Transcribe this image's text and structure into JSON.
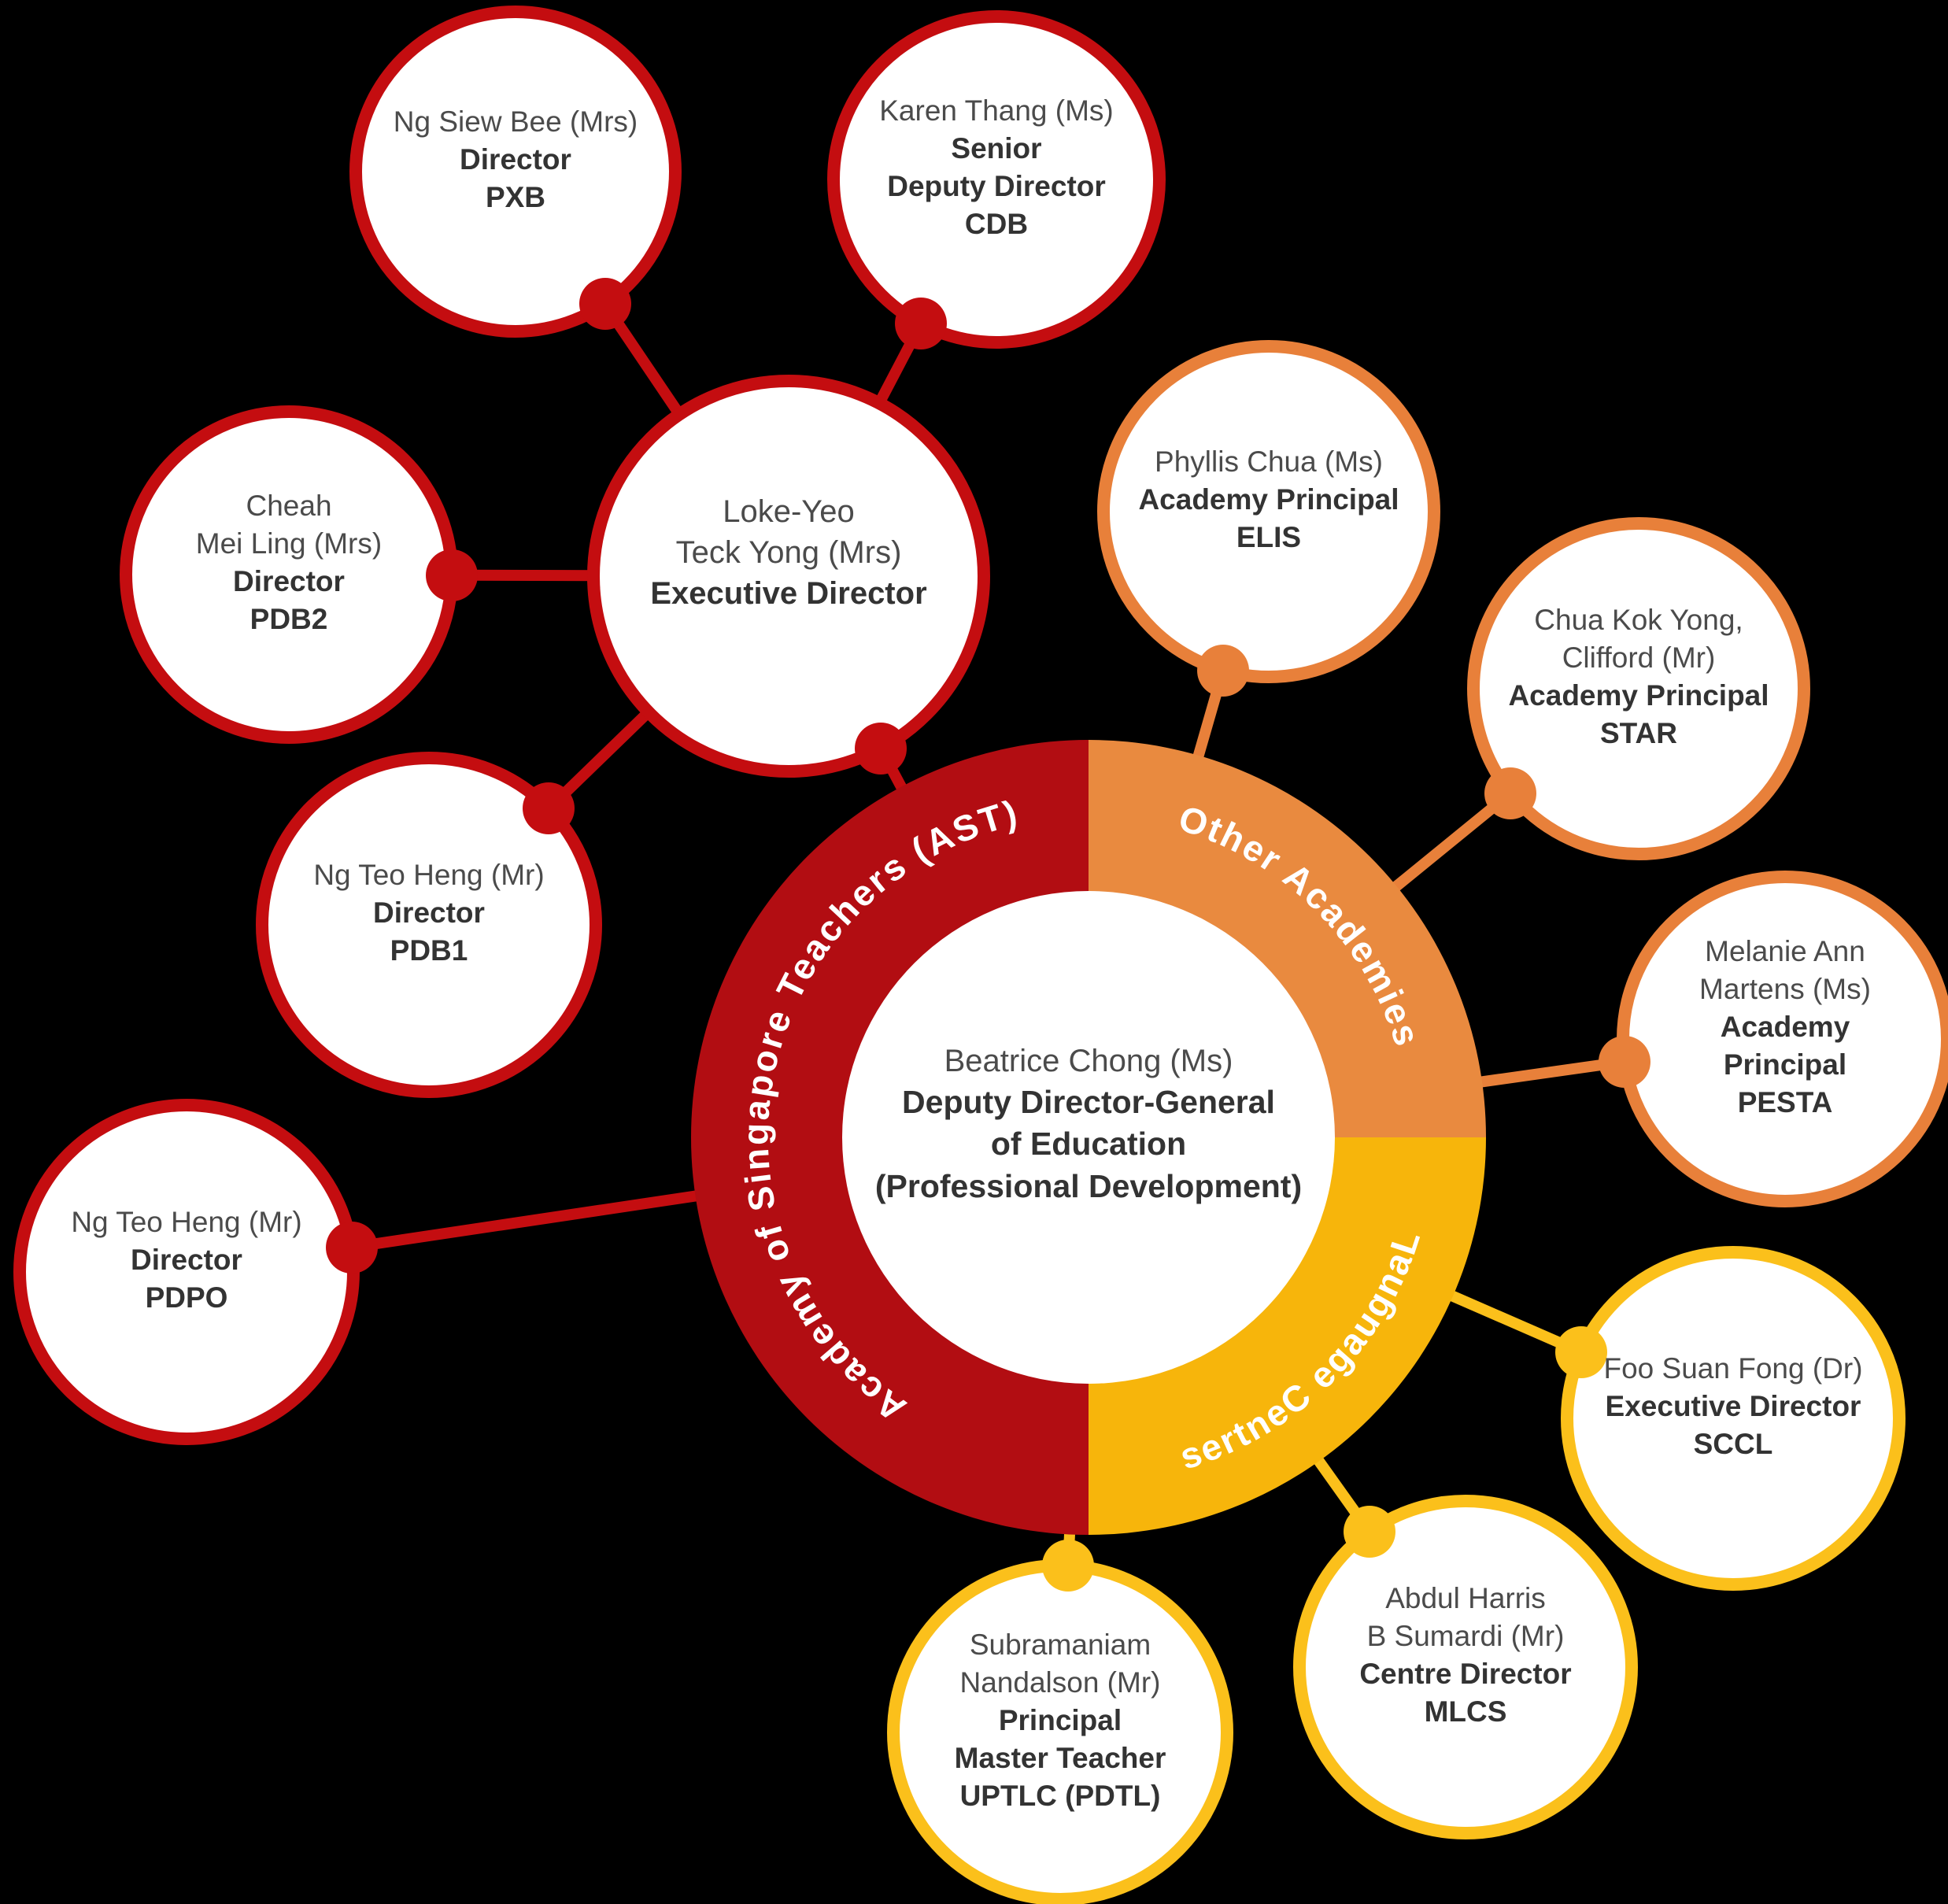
{
  "colors": {
    "background": "#000000",
    "ast_ring": "#B20D12",
    "ast_node": "#C40D10",
    "other_academies_ring": "#E98A3F",
    "other_academies_node": "#E8803A",
    "language_centres_ring": "#F7B50B",
    "language_centres_node": "#FBC01B",
    "name_text": "#4B4B4B",
    "role_text": "#333333",
    "ring_label_text": "#FFFFFF"
  },
  "hub": {
    "person": [
      {
        "t": "Beatrice Chong (Ms)",
        "b": false
      },
      {
        "t": "Deputy Director-General",
        "b": true
      },
      {
        "t": "of Education",
        "b": true
      },
      {
        "t": "(Professional Development)",
        "b": true
      }
    ],
    "segments": [
      {
        "id": "ast",
        "label": "Academy of Singapore Teachers (AST)"
      },
      {
        "id": "other-academies",
        "label": "Other Academies"
      },
      {
        "id": "language-centres",
        "label": "Language Centres"
      }
    ]
  },
  "nodes": [
    {
      "id": "pxb",
      "group": "ast",
      "lines": [
        {
          "t": "Ng Siew Bee (Mrs)",
          "b": false
        },
        {
          "t": "Director",
          "b": true
        },
        {
          "t": "PXB",
          "b": true
        }
      ]
    },
    {
      "id": "cdb",
      "group": "ast",
      "lines": [
        {
          "t": "Karen Thang (Ms)",
          "b": false
        },
        {
          "t": "Senior",
          "b": true
        },
        {
          "t": "Deputy Director",
          "b": true
        },
        {
          "t": "CDB",
          "b": true
        }
      ]
    },
    {
      "id": "pdb2",
      "group": "ast",
      "lines": [
        {
          "t": "Cheah",
          "b": false
        },
        {
          "t": "Mei Ling (Mrs)",
          "b": false
        },
        {
          "t": "Director",
          "b": true
        },
        {
          "t": "PDB2",
          "b": true
        }
      ]
    },
    {
      "id": "executive-director-ast",
      "group": "ast",
      "lines": [
        {
          "t": "Loke-Yeo",
          "b": false
        },
        {
          "t": "Teck Yong (Mrs)",
          "b": false
        },
        {
          "t": "Executive Director",
          "b": true
        }
      ]
    },
    {
      "id": "pdb1",
      "group": "ast",
      "lines": [
        {
          "t": "Ng Teo Heng (Mr)",
          "b": false
        },
        {
          "t": "Director",
          "b": true
        },
        {
          "t": "PDB1",
          "b": true
        }
      ]
    },
    {
      "id": "pdpo",
      "group": "ast",
      "lines": [
        {
          "t": "Ng Teo Heng (Mr)",
          "b": false
        },
        {
          "t": "Director",
          "b": true
        },
        {
          "t": "PDPO",
          "b": true
        }
      ]
    },
    {
      "id": "elis",
      "group": "other-academies",
      "lines": [
        {
          "t": "Phyllis Chua (Ms)",
          "b": false
        },
        {
          "t": "Academy Principal",
          "b": true
        },
        {
          "t": "ELIS",
          "b": true
        }
      ]
    },
    {
      "id": "star",
      "group": "other-academies",
      "lines": [
        {
          "t": "Chua Kok Yong,",
          "b": false
        },
        {
          "t": "Clifford (Mr)",
          "b": false
        },
        {
          "t": "Academy Principal",
          "b": true
        },
        {
          "t": "STAR",
          "b": true
        }
      ]
    },
    {
      "id": "pesta",
      "group": "other-academies",
      "lines": [
        {
          "t": "Melanie Ann",
          "b": false
        },
        {
          "t": "Martens (Ms)",
          "b": false
        },
        {
          "t": "Academy",
          "b": true
        },
        {
          "t": "Principal",
          "b": true
        },
        {
          "t": "PESTA",
          "b": true
        }
      ]
    },
    {
      "id": "sccl",
      "group": "language-centres",
      "lines": [
        {
          "t": "Foo Suan Fong (Dr)",
          "b": false
        },
        {
          "t": "Executive Director",
          "b": true
        },
        {
          "t": "SCCL",
          "b": true
        }
      ]
    },
    {
      "id": "mlcs",
      "group": "language-centres",
      "lines": [
        {
          "t": "Abdul Harris",
          "b": false
        },
        {
          "t": "B Sumardi (Mr)",
          "b": false
        },
        {
          "t": "Centre Director",
          "b": true
        },
        {
          "t": "MLCS",
          "b": true
        }
      ]
    },
    {
      "id": "uptlc",
      "group": "language-centres",
      "lines": [
        {
          "t": "Subramaniam",
          "b": false
        },
        {
          "t": "Nandalson (Mr)",
          "b": false
        },
        {
          "t": "Principal",
          "b": true
        },
        {
          "t": "Master Teacher",
          "b": true
        },
        {
          "t": "UPTLC (PDTL)",
          "b": true
        }
      ]
    }
  ]
}
